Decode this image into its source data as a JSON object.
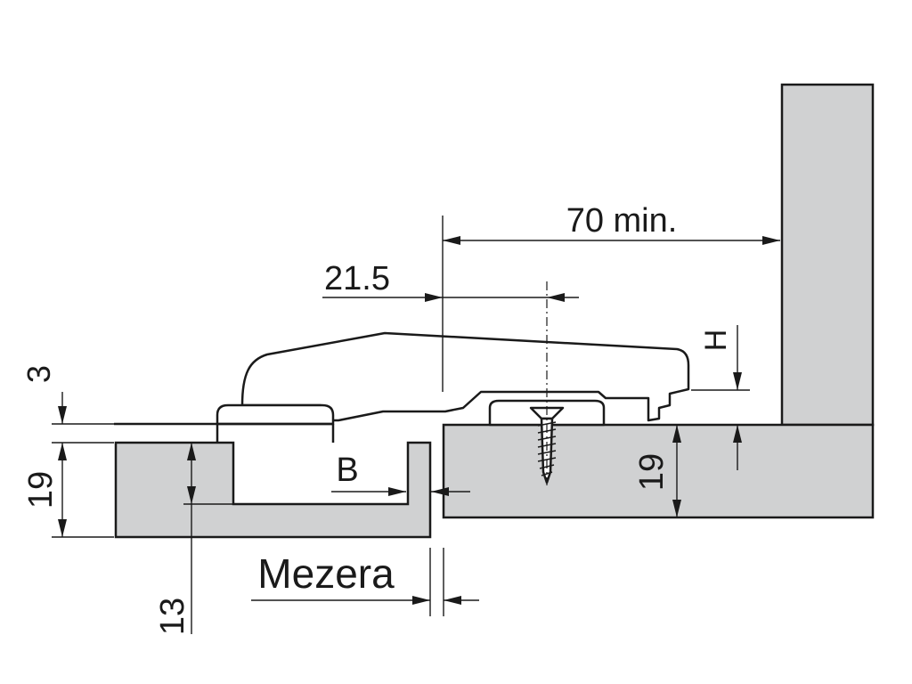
{
  "labels": {
    "dim_70": "70 min.",
    "dim_21_5": "21.5",
    "dim_h": "H",
    "dim_3": "3",
    "dim_19_left": "19",
    "dim_19_right": "19",
    "dim_b": "B",
    "dim_13": "13",
    "gap": "Mezera"
  },
  "colors": {
    "panel_fill": "#d0d1d2",
    "line": "#1a1a1a",
    "background": "#ffffff"
  }
}
